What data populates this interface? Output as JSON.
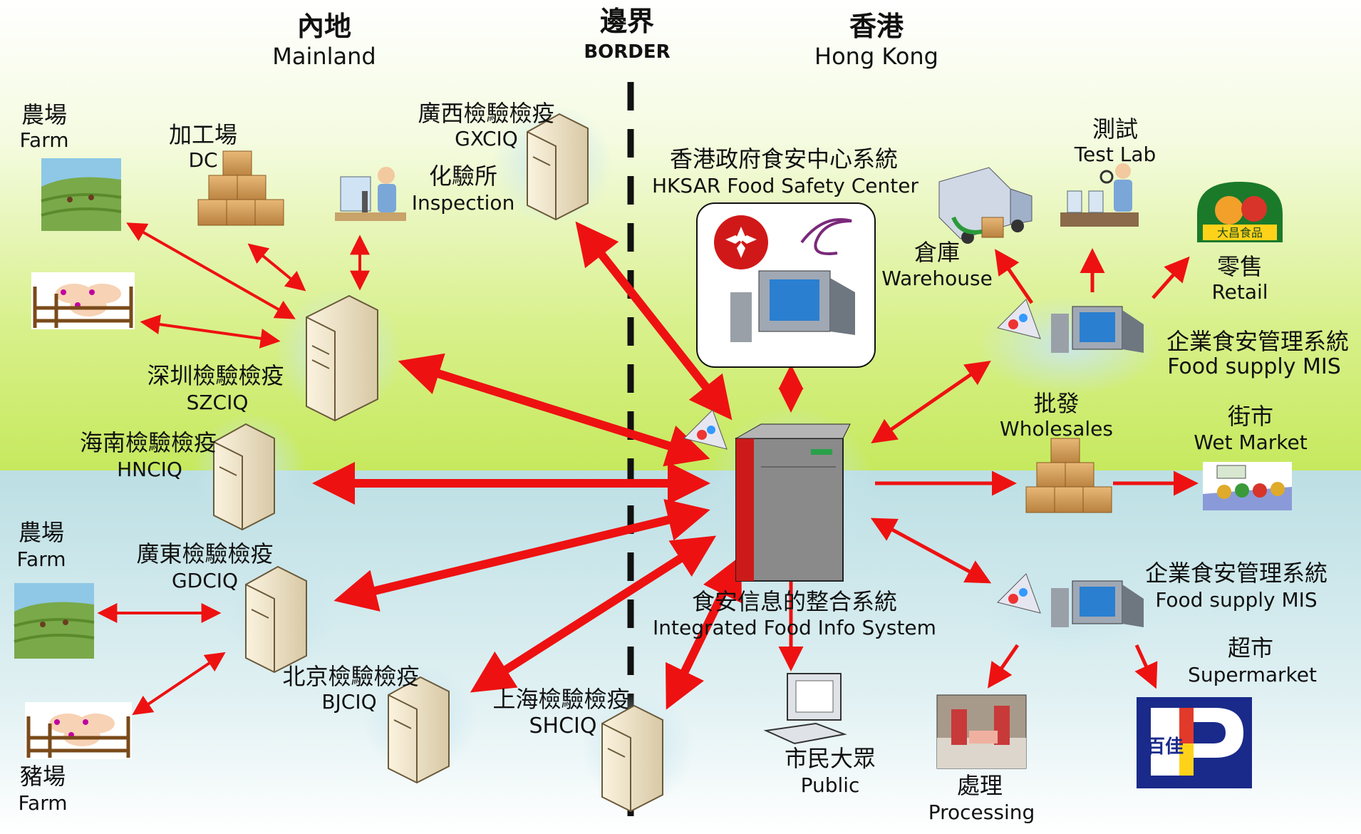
{
  "headers": {
    "mainland_zh": "內地",
    "mainland_en": "Mainland",
    "border_zh": "邊界",
    "border_en": "BORDER",
    "hk_zh": "香港",
    "hk_en": "Hong Kong"
  },
  "nodes": {
    "farm_top": {
      "zh": "農場",
      "en": "Farm"
    },
    "dc": {
      "zh": "加工場",
      "en": "DC"
    },
    "inspection": {
      "zh": "化驗所",
      "en": "Inspection"
    },
    "gxciq": {
      "zh": "廣西檢驗檢疫",
      "en": "GXCIQ"
    },
    "food_safety_center": {
      "zh": "香港政府食安中心系統",
      "en": "HKSAR Food Safety Center"
    },
    "szciq": {
      "zh": "深圳檢驗檢疫",
      "en": "SZCIQ"
    },
    "hnciq": {
      "zh": "海南檢驗檢疫",
      "en": "HNCIQ"
    },
    "farm_mid": {
      "zh": "農場",
      "en": "Farm"
    },
    "gdciq": {
      "zh": "廣東檢驗檢疫",
      "en": "GDCIQ"
    },
    "bjciq": {
      "zh": "北京檢驗檢疫",
      "en": "BJCIQ"
    },
    "shciq": {
      "zh": "上海檢驗檢疫",
      "en": "SHCIQ"
    },
    "pig_farm": {
      "zh": "豬場",
      "en": "Farm"
    },
    "integrated": {
      "zh": "食安信息的整合系統",
      "en": "Integrated Food Info System"
    },
    "public": {
      "zh": "市民大眾",
      "en": "Public"
    },
    "warehouse": {
      "zh": "倉庫",
      "en": "Warehouse"
    },
    "test_lab": {
      "zh": "測試",
      "en": "Test Lab"
    },
    "retail": {
      "zh": "零售",
      "en": "Retail"
    },
    "mis_top": {
      "zh": "企業食安管理系統",
      "en": "Food supply MIS"
    },
    "wholesales": {
      "zh": "批發",
      "en": "Wholesales"
    },
    "wet_market": {
      "zh": "街市",
      "en": "Wet Market"
    },
    "mis_bottom": {
      "zh": "企業食安管理系統",
      "en": "Food supply MIS"
    },
    "supermarket": {
      "zh": "超市",
      "en": "Supermarket"
    },
    "processing": {
      "zh": "處理",
      "en": "Processing"
    }
  },
  "logos": {
    "retail_logo_text": "大昌食品",
    "supermarket_logo_text": "百佳"
  },
  "colors": {
    "arrow": "#ee1111",
    "border_line": "#111111",
    "server_light": "#e9dcc0",
    "server_main": "#8a8a8a",
    "server_red": "#cc1a1a"
  }
}
